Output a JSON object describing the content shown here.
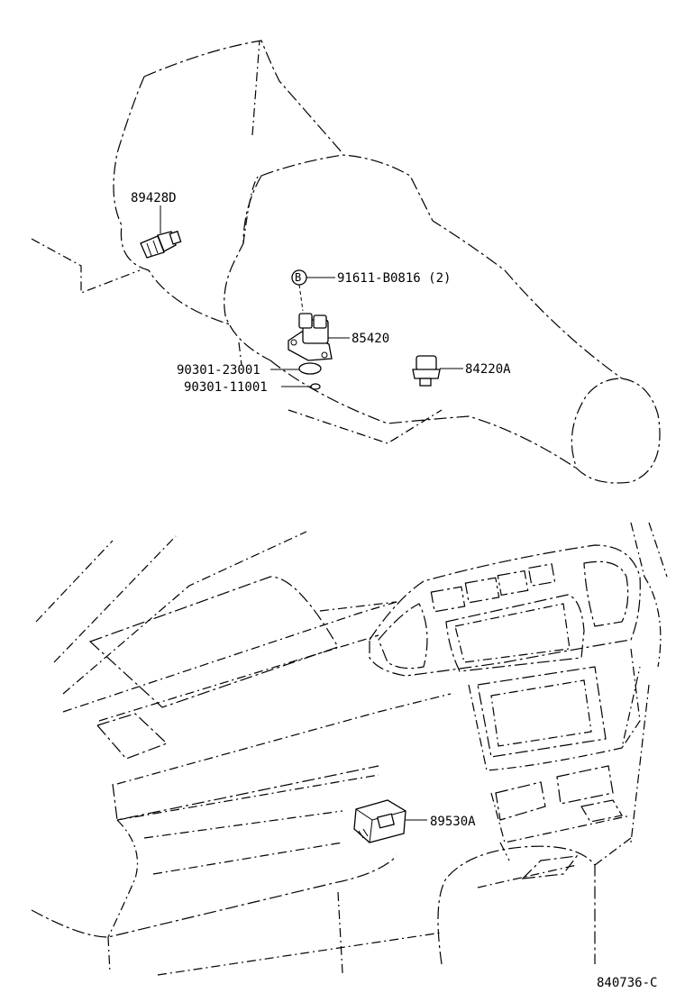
{
  "parts": {
    "part_89428D": "89428D",
    "bolt_symbol": "B",
    "bolt_91611": "91611-B0816 (2)",
    "part_85420": "85420",
    "gasket_90301_23001": "90301-23001",
    "oring_90301_11001": "90301-11001",
    "part_84220A": "84220A",
    "part_89530A": "89530A"
  },
  "footer": {
    "diagram_code": "840736-C"
  },
  "colors": {
    "line": "#000000",
    "background": "#ffffff"
  }
}
